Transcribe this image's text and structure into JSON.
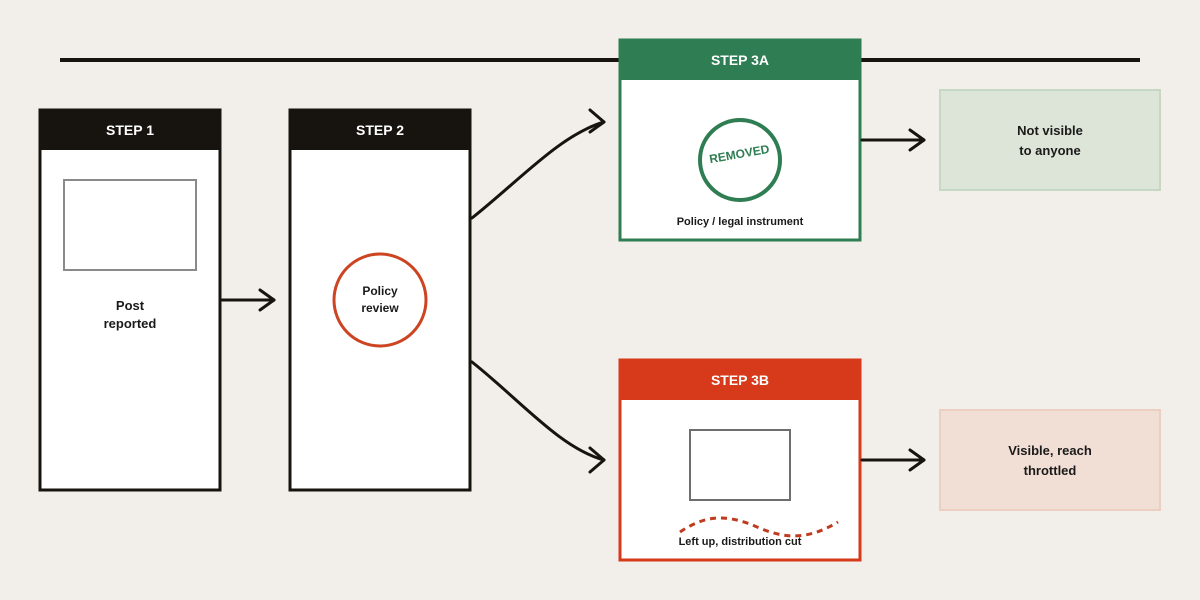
{
  "colors": {
    "background": "#f2efea",
    "dark": "#17140f",
    "green": "#2f7d52",
    "red": "#d63a1a",
    "policy_ring": "#cc4422",
    "outcome_green_fill": "#dde5d8",
    "outcome_green_border": "#c6d8c4",
    "outcome_red_fill": "#f1ded4",
    "outcome_red_border": "#ebcfc2"
  },
  "step1": {
    "header": "STEP 1",
    "label_line1": "Post",
    "label_line2": "reported"
  },
  "step2": {
    "header": "STEP 2",
    "badge_line1": "Policy",
    "badge_line2": "review"
  },
  "step3a": {
    "header": "STEP 3A",
    "stamp": "REMOVED",
    "caption": "Policy / legal instrument"
  },
  "step3b": {
    "header": "STEP 3B",
    "caption": "Left up, distribution cut"
  },
  "outcome_a": {
    "line1": "Not visible",
    "line2": "to anyone"
  },
  "outcome_b": {
    "line1": "Visible, reach",
    "line2": "throttled"
  }
}
